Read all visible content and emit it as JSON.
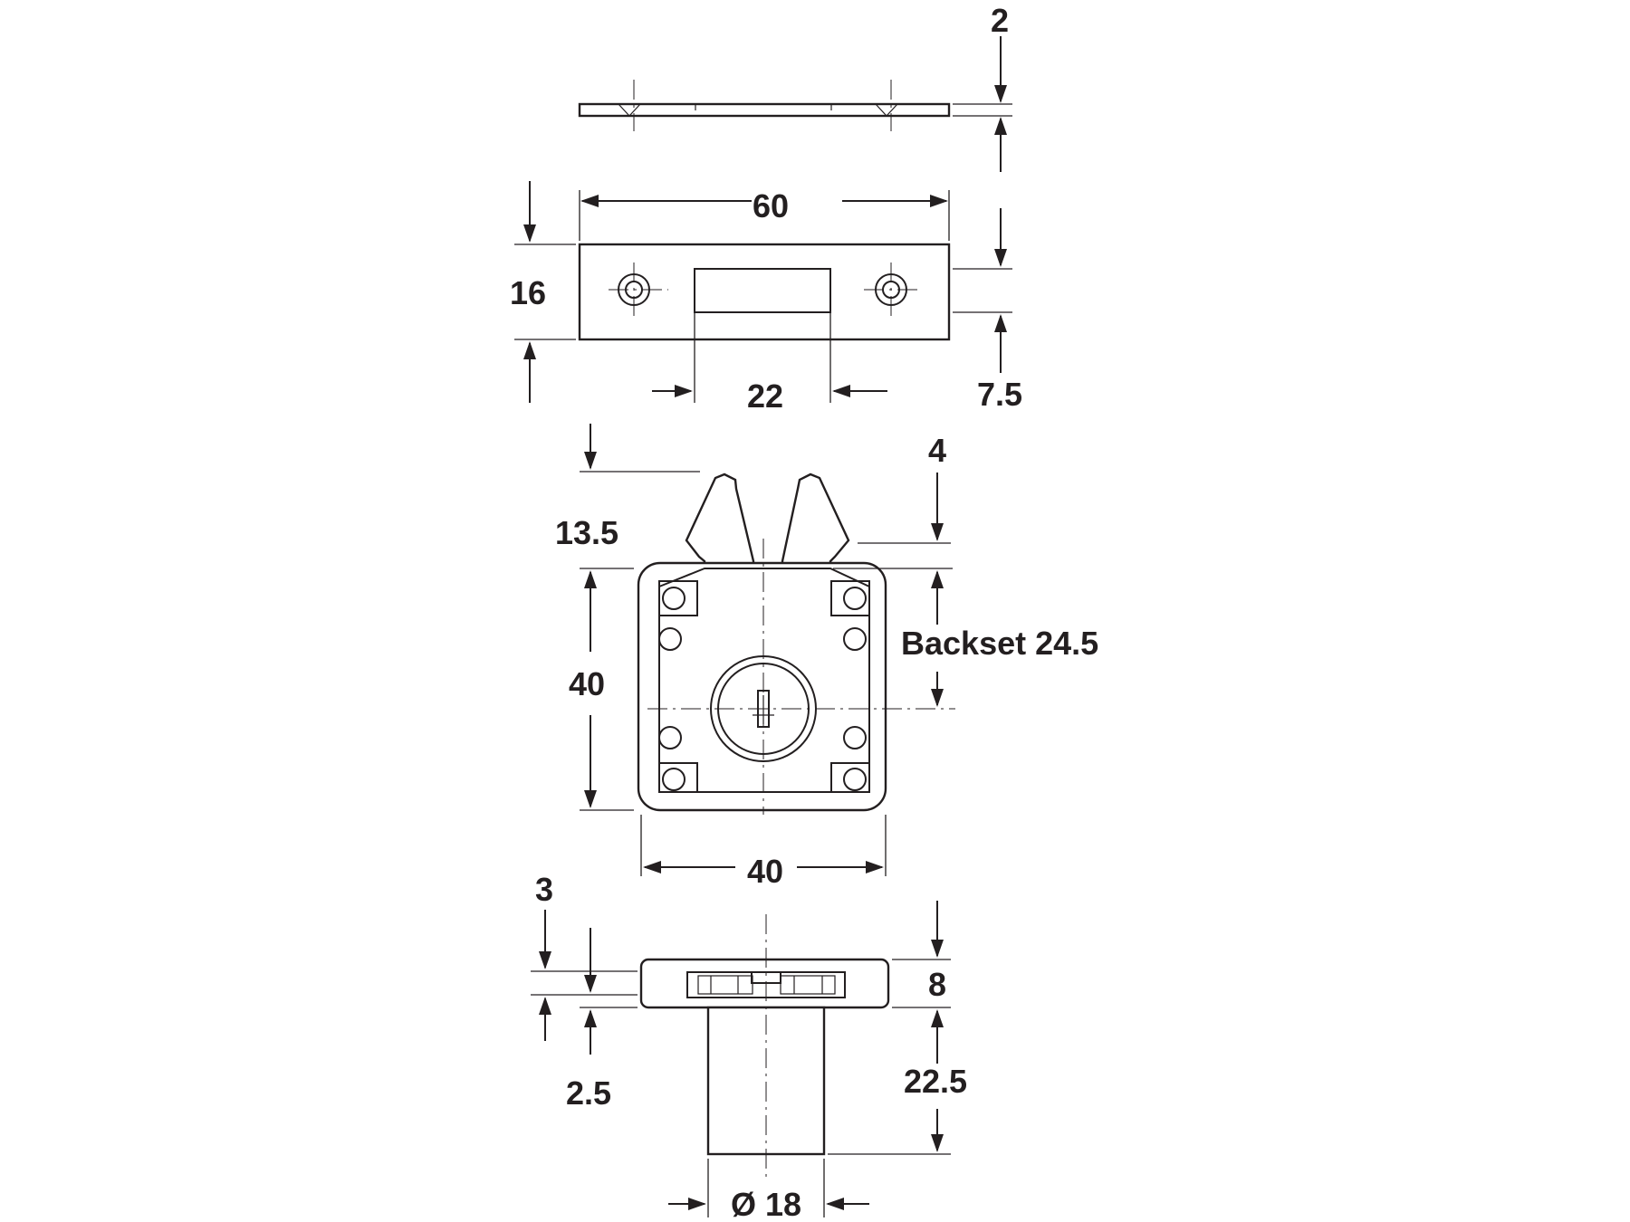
{
  "drawing": {
    "plate_thickness": "2",
    "plate_length": "60",
    "plate_width": "16",
    "slot_length": "22",
    "slot_offset": "7.5",
    "bolt_projection": "4",
    "bolt_offset": "13.5",
    "body_height": "40",
    "body_width": "40",
    "backset": "Backset 24.5",
    "flange_step": "3",
    "flange_thickness": "8",
    "recess_depth": "2.5",
    "cylinder_length": "22.5",
    "cylinder_diameter": "Ø 18"
  }
}
